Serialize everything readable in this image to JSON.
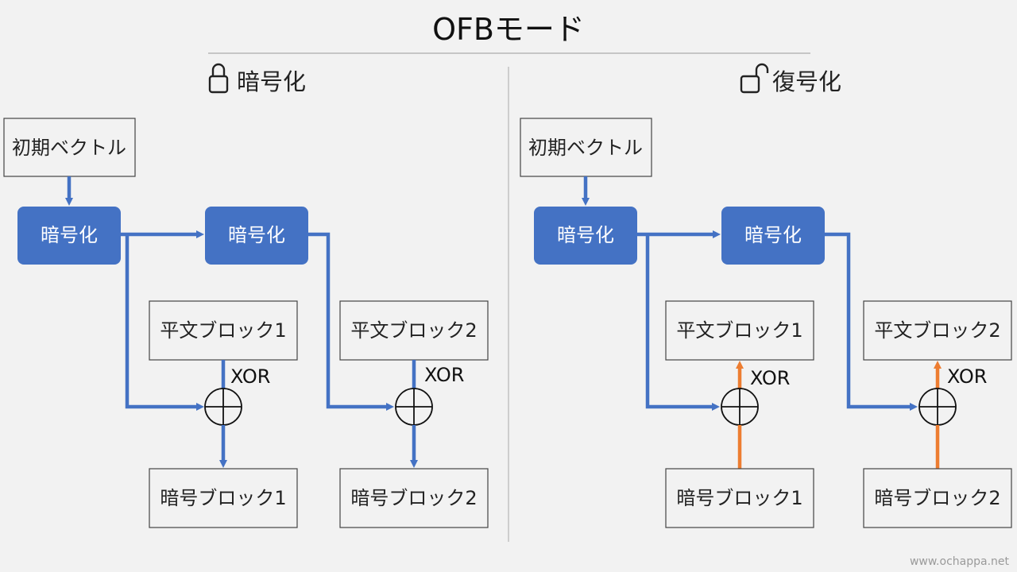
{
  "title": "OFBモード",
  "footer": "www.ochappa.net",
  "colors": {
    "flow": "#4472c4",
    "reverse": "#ed7d31",
    "encrypt_block": "#4472c4"
  },
  "encryption": {
    "heading": "暗号化",
    "icon": "lock-closed-icon",
    "iv": "初期ベクトル",
    "cipher_1": "暗号化",
    "cipher_2": "暗号化",
    "input_1": "平文ブロック1",
    "input_2": "平文ブロック2",
    "xor_1": "XOR",
    "xor_2": "XOR",
    "output_1": "暗号ブロック1",
    "output_2": "暗号ブロック2"
  },
  "decryption": {
    "heading": "復号化",
    "icon": "lock-open-icon",
    "iv": "初期ベクトル",
    "cipher_1": "暗号化",
    "cipher_2": "暗号化",
    "output_1": "平文ブロック1",
    "output_2": "平文ブロック2",
    "xor_1": "XOR",
    "xor_2": "XOR",
    "input_1": "暗号ブロック1",
    "input_2": "暗号ブロック2"
  }
}
